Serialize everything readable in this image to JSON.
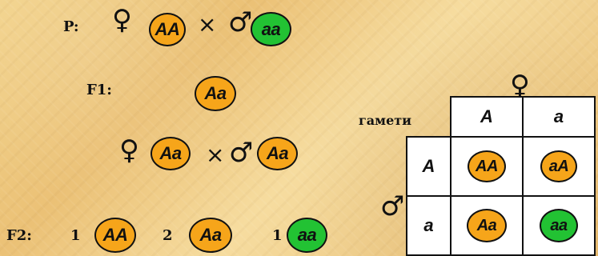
{
  "colors": {
    "orange": "#f6a51a",
    "green": "#22c233",
    "border": "#111111",
    "background": "#efcf87"
  },
  "symbols": {
    "female": "♀",
    "male": "♂",
    "cross": "×"
  },
  "parental": {
    "label": "P:",
    "female_genotype": "AA",
    "male_genotype": "aa"
  },
  "f1": {
    "label": "F1:",
    "genotype": "Aa",
    "cross_female_genotype": "Aa",
    "cross_male_genotype": "Aa"
  },
  "f2": {
    "label": "F2:",
    "items": [
      {
        "count": "1",
        "genotype": "AA"
      },
      {
        "count": "2",
        "genotype": "Aa"
      },
      {
        "count": "1",
        "genotype": "aa"
      }
    ]
  },
  "punnett": {
    "gametes_label": "гамети",
    "top_headers": [
      "A",
      "a"
    ],
    "left_headers": [
      "A",
      "a"
    ],
    "cells": [
      [
        "AA",
        "aA"
      ],
      [
        "Aa",
        "aa"
      ]
    ]
  }
}
